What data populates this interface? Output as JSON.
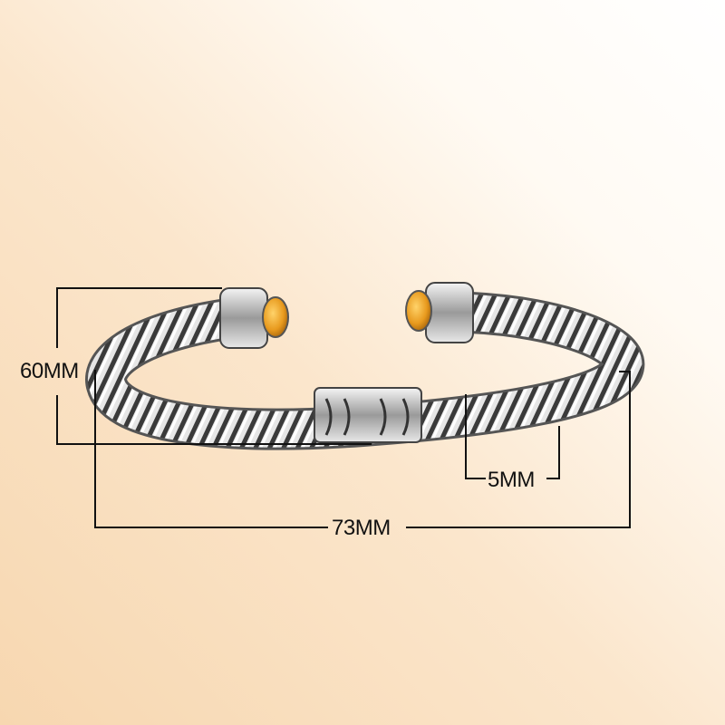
{
  "dimensions": {
    "height_label": "60MM",
    "width_label": "73MM",
    "thickness_label": "5MM"
  },
  "product": {
    "stone_color": "#e89a1e",
    "metal_color": "#c8c8c8"
  }
}
